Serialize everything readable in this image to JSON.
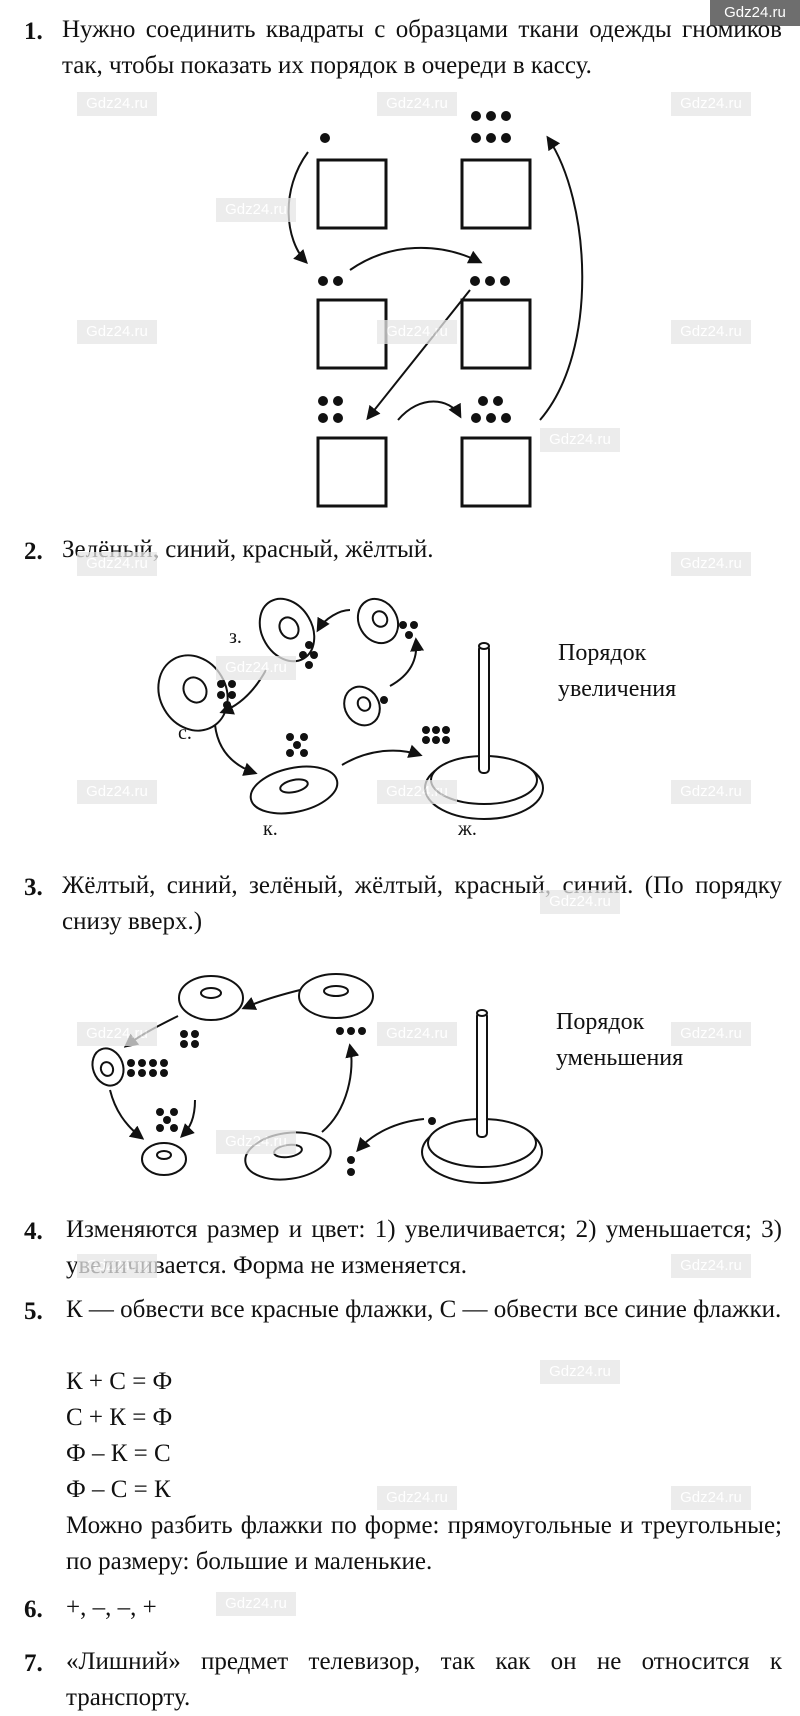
{
  "watermark": "Gdz24.ru",
  "tasks": [
    {
      "number": "1.",
      "text": "Нужно соединить квадраты с образцами ткани одежды гномиков так, чтобы показать их порядок в очереди в кассу."
    },
    {
      "number": "2.",
      "text": "Зелёный, синий, красный, жёлтый."
    },
    {
      "number": "3.",
      "text": "Жёлтый, синий, зелёный, жёлтый, красный, синий. (По порядку снизу вверх.)"
    },
    {
      "number": "4.",
      "text": "Изменяются размер и цвет: 1) увеличивается; 2) уменьшается; 3) увеличивается. Форма не изменяется."
    },
    {
      "number": "5.",
      "text": "К — обвести все красные флажки, С — обвести все синие флажки."
    },
    {
      "number": "6.",
      "text": "+, –, –, +"
    },
    {
      "number": "7.",
      "text": "«Лишний» предмет телевизор, так как он не относится к транспорту."
    }
  ],
  "task5_formulas": [
    "К + С = Ф",
    "С + К = Ф",
    "Ф – К = С",
    "Ф – С = К"
  ],
  "task5_note": "Можно разбить флажки по форме: прямоугольные и треугольные; по размеру: большие и маленькие.",
  "figure2": {
    "caption_line1": "Порядок",
    "caption_line2": "увеличения",
    "labels": {
      "green": "з.",
      "blue": "с.",
      "red": "к.",
      "yellow": "ж."
    }
  },
  "figure3": {
    "caption_line1": "Порядок",
    "caption_line2": "уменьшения"
  }
}
